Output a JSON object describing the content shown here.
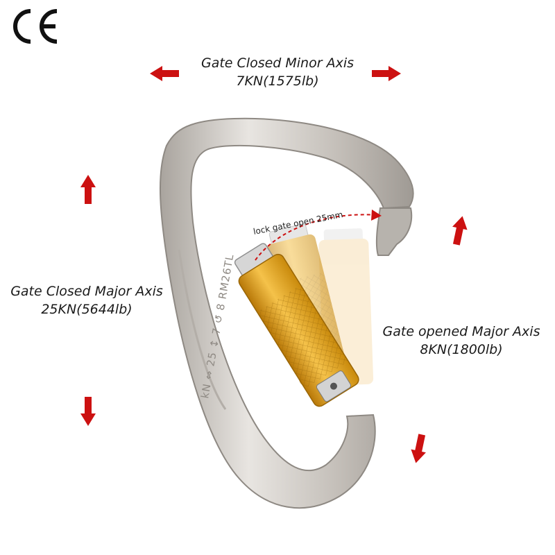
{
  "certification": {
    "mark": "CE"
  },
  "ratings": {
    "minor_axis": {
      "label": "Gate Closed Minor Axis",
      "value": "7KN(1575lb)"
    },
    "major_axis_closed": {
      "label": "Gate Closed Major Axis",
      "value": "25KN(5644lb)"
    },
    "major_axis_open": {
      "label": "Gate opened Major Axis",
      "value": "8KN(1800lb)"
    }
  },
  "gate_annotation": "lock gate open 25mm",
  "spine_engraving": "kN ⇔ 25 ↕ 7 ↺ 8 RM26TL",
  "colors": {
    "arrow": "#cc1111",
    "carabiner_body": "#c9c5c0",
    "gate_sleeve": "#e0a11c",
    "gate_cap": "#d4d4d4"
  }
}
